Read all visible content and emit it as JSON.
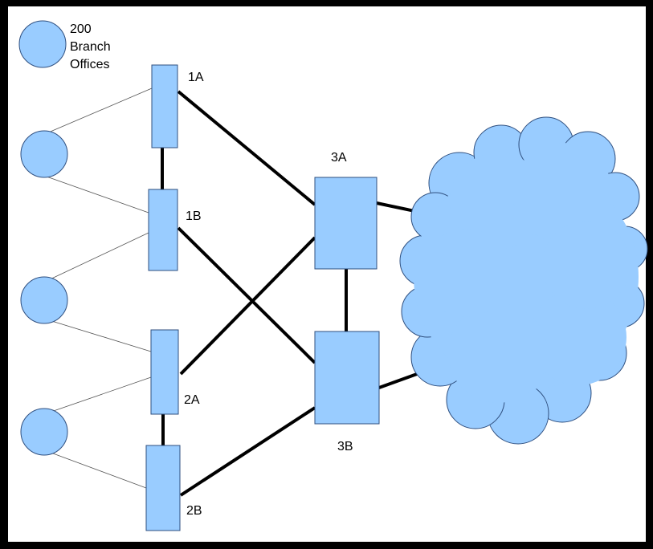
{
  "colors": {
    "node_fill": "#99ccff",
    "node_stroke": "#2f4f7f",
    "background": "#ffffff",
    "frame": "#000000"
  },
  "legend": {
    "line1": "200",
    "line2": "Branch",
    "line3": "Offices"
  },
  "devices": {
    "d1a": "1A",
    "d1b": "1B",
    "d2a": "2A",
    "d2b": "2B",
    "d3a": "3A",
    "d3b": "3B"
  }
}
